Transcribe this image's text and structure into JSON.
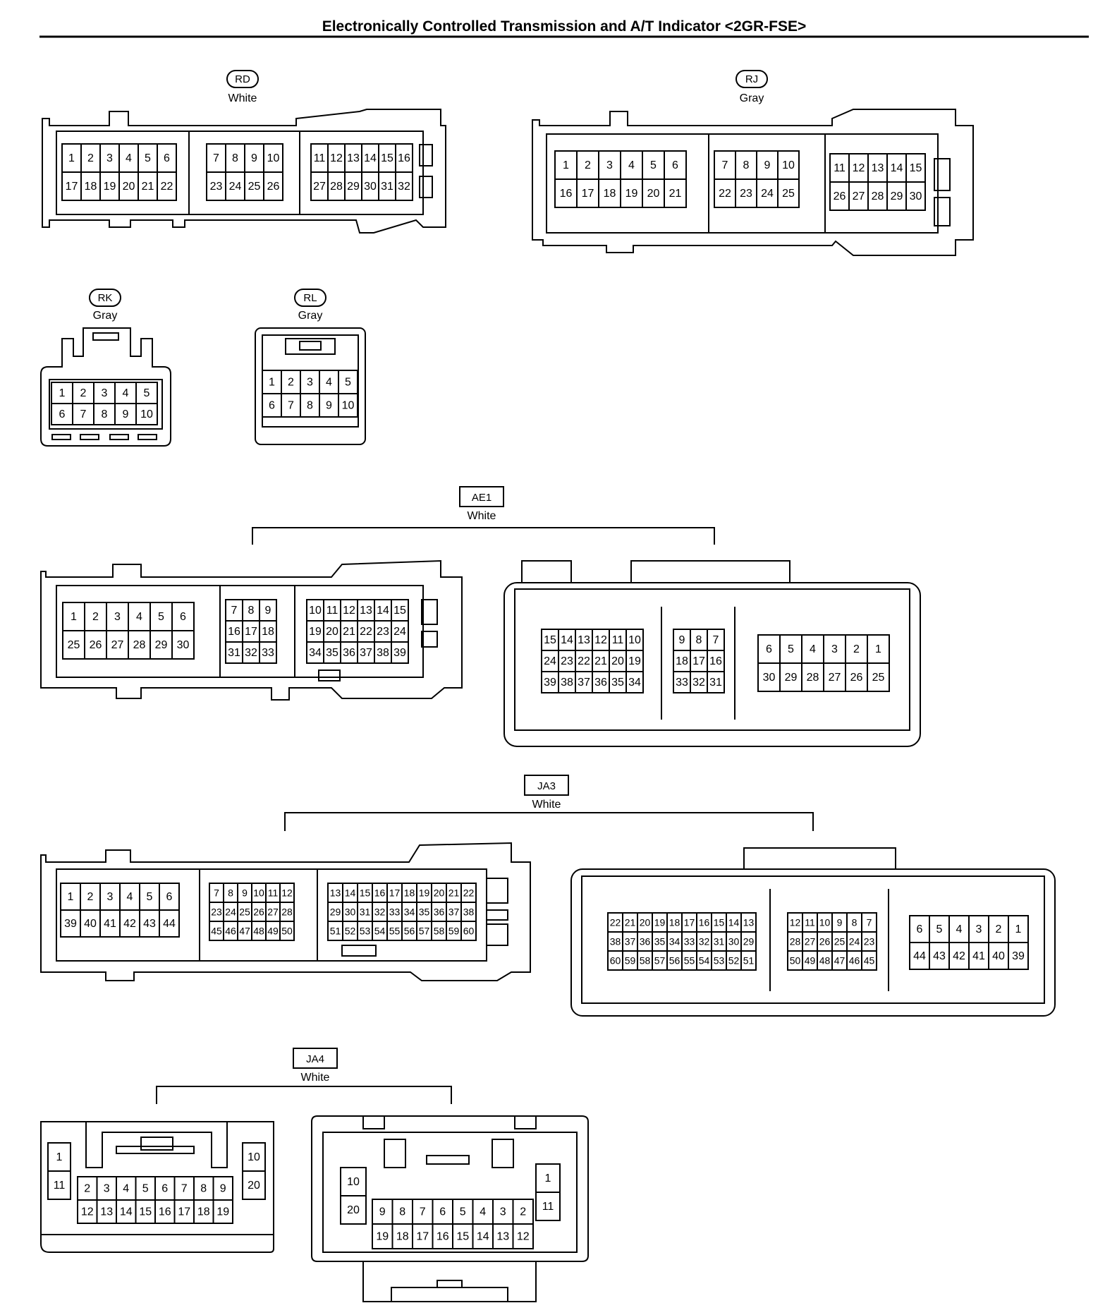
{
  "title": "Electronically Controlled Transmission and A/T Indicator <2GR-FSE>",
  "connectors": {
    "RD": {
      "name": "RD",
      "color": "White",
      "sections": [
        {
          "rows": [
            [
              "1",
              "2",
              "3",
              "4",
              "5",
              "6"
            ],
            [
              "17",
              "18",
              "19",
              "20",
              "21",
              "22"
            ]
          ]
        },
        {
          "rows": [
            [
              "7",
              "8",
              "9",
              "10"
            ],
            [
              "23",
              "24",
              "25",
              "26"
            ]
          ]
        },
        {
          "rows": [
            [
              "11",
              "12",
              "13",
              "14",
              "15",
              "16"
            ],
            [
              "27",
              "28",
              "29",
              "30",
              "31",
              "32"
            ]
          ]
        }
      ]
    },
    "RJ": {
      "name": "RJ",
      "color": "Gray",
      "sections": [
        {
          "rows": [
            [
              "1",
              "2",
              "3",
              "4",
              "5",
              "6"
            ],
            [
              "16",
              "17",
              "18",
              "19",
              "20",
              "21"
            ]
          ]
        },
        {
          "rows": [
            [
              "7",
              "8",
              "9",
              "10"
            ],
            [
              "22",
              "23",
              "24",
              "25"
            ]
          ]
        },
        {
          "rows": [
            [
              "11",
              "12",
              "13",
              "14",
              "15"
            ],
            [
              "26",
              "27",
              "28",
              "29",
              "30"
            ]
          ]
        }
      ]
    },
    "RK": {
      "name": "RK",
      "color": "Gray",
      "sections": [
        {
          "rows": [
            [
              "1",
              "2",
              "3",
              "4",
              "5"
            ],
            [
              "6",
              "7",
              "8",
              "9",
              "10"
            ]
          ]
        }
      ]
    },
    "RL": {
      "name": "RL",
      "color": "Gray",
      "sections": [
        {
          "rows": [
            [
              "1",
              "2",
              "3",
              "4",
              "5"
            ],
            [
              "6",
              "7",
              "8",
              "9",
              "10"
            ]
          ]
        }
      ]
    },
    "AE1": {
      "name": "AE1",
      "color": "White",
      "left_sections": [
        {
          "rows": [
            [
              "1",
              "2",
              "3",
              "4",
              "5",
              "6"
            ],
            [
              "25",
              "26",
              "27",
              "28",
              "29",
              "30"
            ]
          ]
        },
        {
          "rows": [
            [
              "7",
              "8",
              "9"
            ],
            [
              "16",
              "17",
              "18"
            ],
            [
              "31",
              "32",
              "33"
            ]
          ]
        },
        {
          "rows": [
            [
              "10",
              "11",
              "12",
              "13",
              "14",
              "15"
            ],
            [
              "19",
              "20",
              "21",
              "22",
              "23",
              "24"
            ],
            [
              "34",
              "35",
              "36",
              "37",
              "38",
              "39"
            ]
          ]
        }
      ],
      "right_sections": [
        {
          "rows": [
            [
              "15",
              "14",
              "13",
              "12",
              "11",
              "10"
            ],
            [
              "24",
              "23",
              "22",
              "21",
              "20",
              "19"
            ],
            [
              "39",
              "38",
              "37",
              "36",
              "35",
              "34"
            ]
          ]
        },
        {
          "rows": [
            [
              "9",
              "8",
              "7"
            ],
            [
              "18",
              "17",
              "16"
            ],
            [
              "33",
              "32",
              "31"
            ]
          ]
        },
        {
          "rows": [
            [
              "6",
              "5",
              "4",
              "3",
              "2",
              "1"
            ],
            [
              "30",
              "29",
              "28",
              "27",
              "26",
              "25"
            ]
          ]
        }
      ]
    },
    "JA3": {
      "name": "JA3",
      "color": "White",
      "left_sections": [
        {
          "rows": [
            [
              "1",
              "2",
              "3",
              "4",
              "5",
              "6"
            ],
            [
              "39",
              "40",
              "41",
              "42",
              "43",
              "44"
            ]
          ]
        },
        {
          "rows": [
            [
              "7",
              "8",
              "9",
              "10",
              "11",
              "12"
            ],
            [
              "23",
              "24",
              "25",
              "26",
              "27",
              "28"
            ],
            [
              "45",
              "46",
              "47",
              "48",
              "49",
              "50"
            ]
          ]
        },
        {
          "rows": [
            [
              "13",
              "14",
              "15",
              "16",
              "17",
              "18",
              "19",
              "20",
              "21",
              "22"
            ],
            [
              "29",
              "30",
              "31",
              "32",
              "33",
              "34",
              "35",
              "36",
              "37",
              "38"
            ],
            [
              "51",
              "52",
              "53",
              "54",
              "55",
              "56",
              "57",
              "58",
              "59",
              "60"
            ]
          ]
        }
      ],
      "right_sections": [
        {
          "rows": [
            [
              "22",
              "21",
              "20",
              "19",
              "18",
              "17",
              "16",
              "15",
              "14",
              "13"
            ],
            [
              "38",
              "37",
              "36",
              "35",
              "34",
              "33",
              "32",
              "31",
              "30",
              "29"
            ],
            [
              "60",
              "59",
              "58",
              "57",
              "56",
              "55",
              "54",
              "53",
              "52",
              "51"
            ]
          ]
        },
        {
          "rows": [
            [
              "12",
              "11",
              "10",
              "9",
              "8",
              "7"
            ],
            [
              "28",
              "27",
              "26",
              "25",
              "24",
              "23"
            ],
            [
              "50",
              "49",
              "48",
              "47",
              "46",
              "45"
            ]
          ]
        },
        {
          "rows": [
            [
              "6",
              "5",
              "4",
              "3",
              "2",
              "1"
            ],
            [
              "44",
              "43",
              "42",
              "41",
              "40",
              "39"
            ]
          ]
        }
      ]
    },
    "JA4": {
      "name": "JA4",
      "color": "White",
      "left": {
        "side_left": [
          "1",
          "11"
        ],
        "rows": [
          [
            "2",
            "3",
            "4",
            "5",
            "6",
            "7",
            "8",
            "9"
          ],
          [
            "12",
            "13",
            "14",
            "15",
            "16",
            "17",
            "18",
            "19"
          ]
        ],
        "side_right": [
          "10",
          "20"
        ]
      },
      "right": {
        "side_left": [
          "10",
          "20"
        ],
        "rows": [
          [
            "9",
            "8",
            "7",
            "6",
            "5",
            "4",
            "3",
            "2"
          ],
          [
            "19",
            "18",
            "17",
            "16",
            "15",
            "14",
            "13",
            "12"
          ]
        ],
        "side_right": [
          "1",
          "11"
        ]
      }
    }
  }
}
